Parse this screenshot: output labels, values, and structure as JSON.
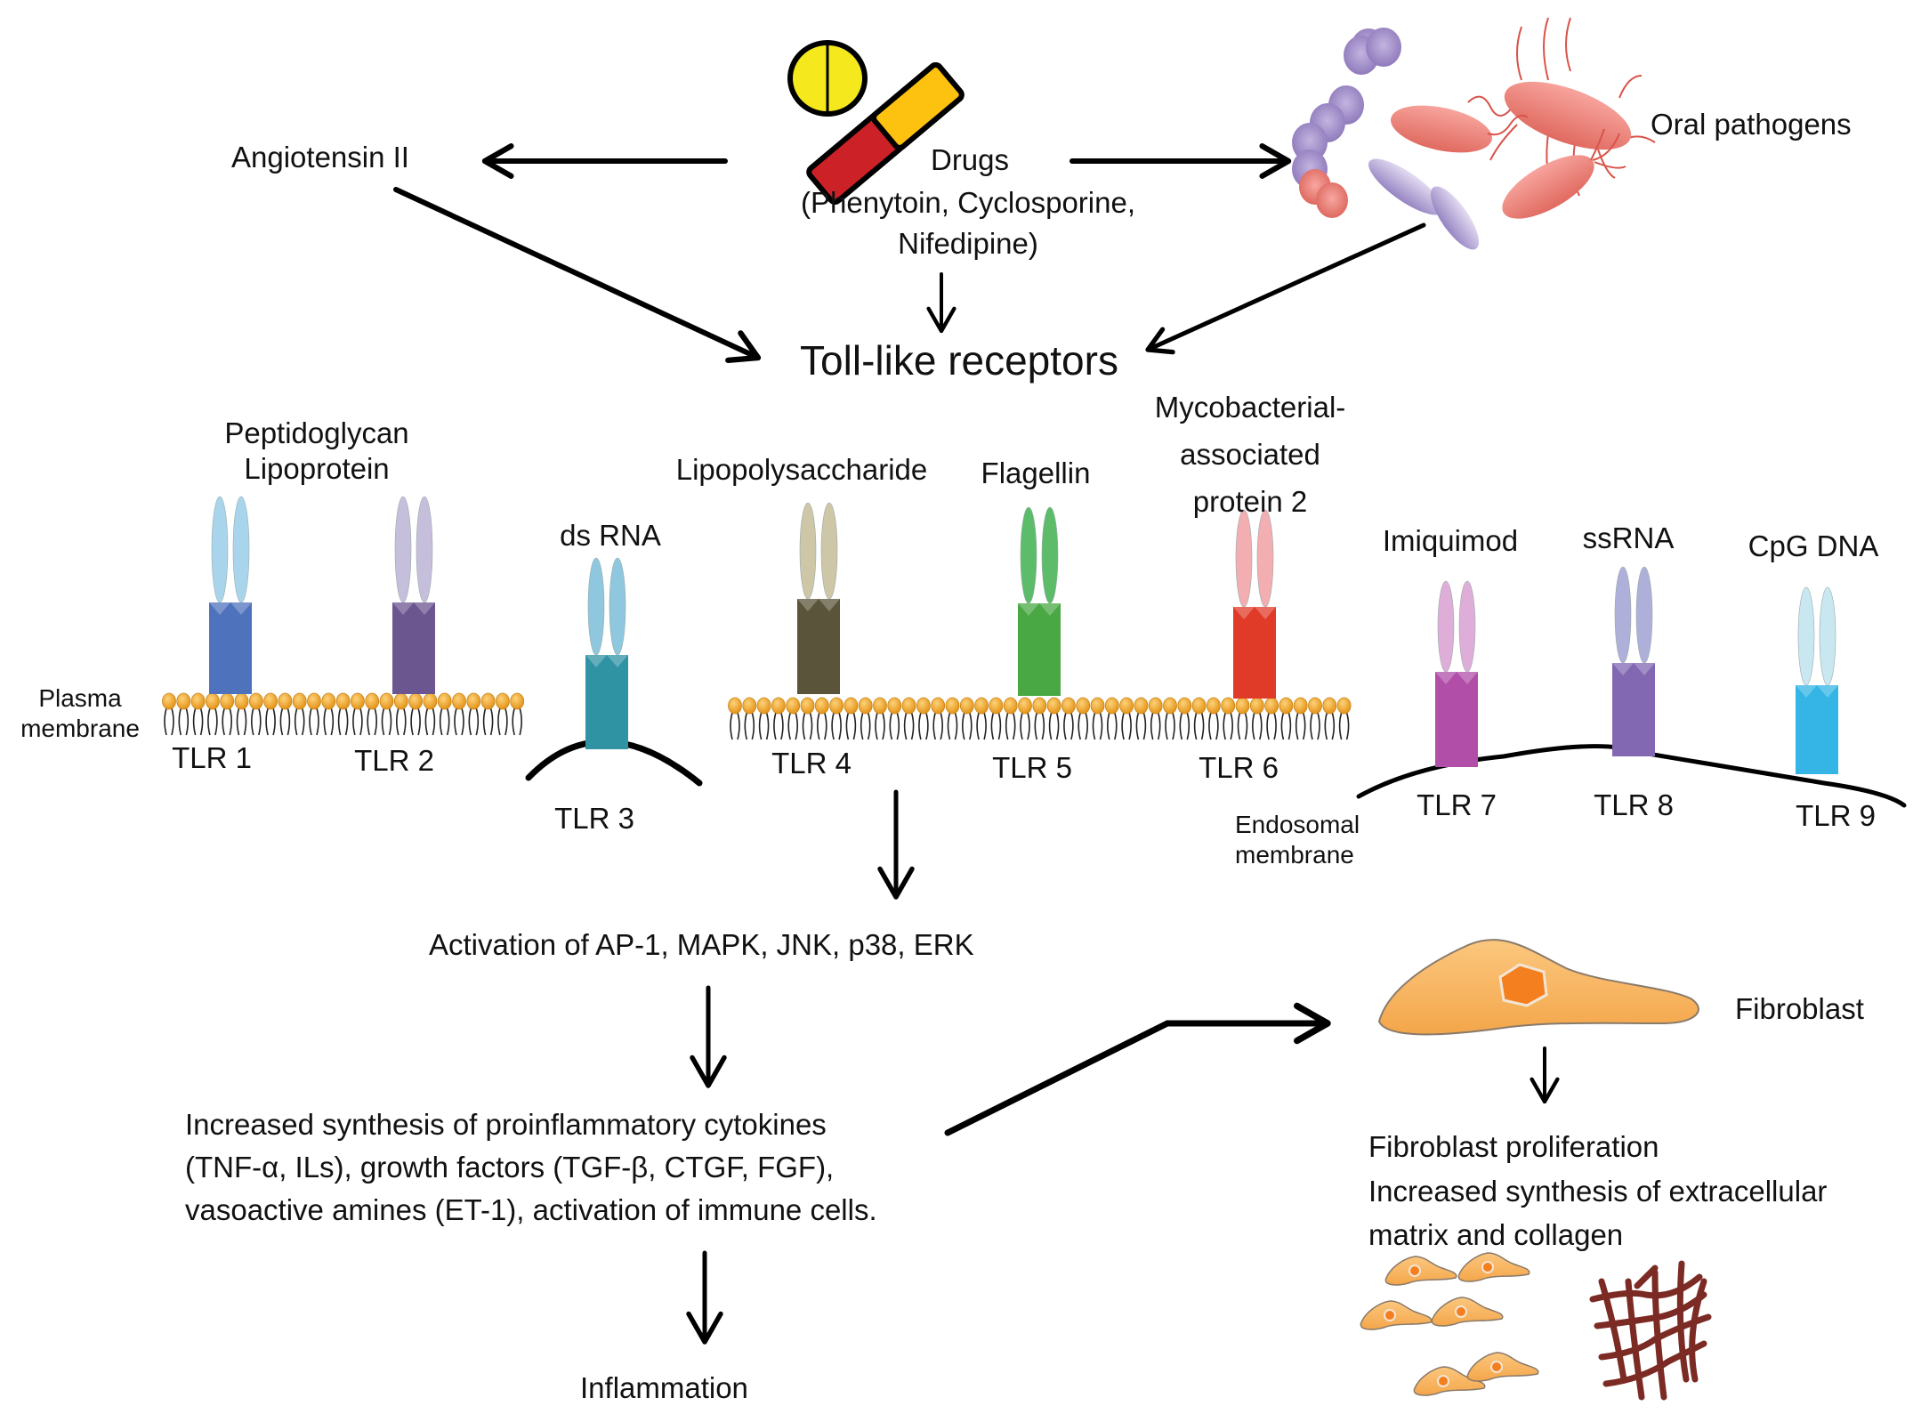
{
  "colors": {
    "arrow": "#000000",
    "lipid_head": "#f0a830",
    "pill_tablet": "#f5e81c",
    "capsule_red": "#cc2127",
    "capsule_yellow": "#fcc20f",
    "fibroblast": "#f9b55c",
    "fibroblast_nucleus": "#f47f1e",
    "collagen": "#7b2a24",
    "cocci_purple": "#9d8ac4",
    "rod_red": "#ea7a72"
  },
  "inputs": {
    "angiotensin": "Angiotensin II",
    "drugs_title": "Drugs",
    "drugs_list": "(Phenytoin, Cyclosporine,\nNifedipine)",
    "oral_pathogens": "Oral pathogens"
  },
  "hub": {
    "label": "Toll-like receptors"
  },
  "membranes": {
    "plasma": "Plasma\nmembrane",
    "endosomal": "Endosomal\nmembrane"
  },
  "receptors": [
    {
      "id": "TLR 1",
      "ligand": "",
      "location": "plasma",
      "tip_color": "#a9d5ec",
      "body_color": "#4f72bd"
    },
    {
      "id": "TLR 2",
      "ligand": "",
      "location": "plasma",
      "tip_color": "#c6bfdc",
      "body_color": "#6c5690"
    },
    {
      "id": "TLR 3",
      "ligand": "ds RNA",
      "location": "endosomal",
      "tip_color": "#8ec7de",
      "body_color": "#2f93a3"
    },
    {
      "id": "TLR 4",
      "ligand": "Lipopolysaccharide",
      "location": "plasma",
      "tip_color": "#cdc7a8",
      "body_color": "#5a553a"
    },
    {
      "id": "TLR 5",
      "ligand": "Flagellin",
      "location": "plasma",
      "tip_color": "#5cbc6a",
      "body_color": "#49a843"
    },
    {
      "id": "TLR 6",
      "ligand": "Mycobacterial-\nassociated\nprotein 2",
      "location": "plasma",
      "tip_color": "#f2aeb0",
      "body_color": "#e03a28"
    },
    {
      "id": "TLR 7",
      "ligand": "Imiquimod",
      "location": "endosomal",
      "tip_color": "#deaed8",
      "body_color": "#b04ea8"
    },
    {
      "id": "TLR 8",
      "ligand": "ssRNA",
      "location": "endosomal",
      "tip_color": "#aeb0d9",
      "body_color": "#8268b3"
    },
    {
      "id": "TLR 9",
      "ligand": "CpG DNA",
      "location": "endosomal",
      "tip_color": "#c9e7f0",
      "body_color": "#34b5e5"
    }
  ],
  "shared_ligand_tlr1_tlr2": "Peptidoglycan\nLipoprotein",
  "pathway": {
    "activation": "Activation of AP-1, MAPK, JNK, p38, ERK",
    "synthesis": "Increased synthesis of proinflammatory cytokines\n(TNF-α, ILs), growth factors (TGF-β, CTGF, FGF),\nvasoactive amines (ET-1), activation of immune cells.",
    "inflammation": "Inflammation",
    "fibroblast": "Fibroblast",
    "fibroblast_outcome": "Fibroblast proliferation\nIncreased synthesis of extracellular\nmatrix and collagen"
  }
}
